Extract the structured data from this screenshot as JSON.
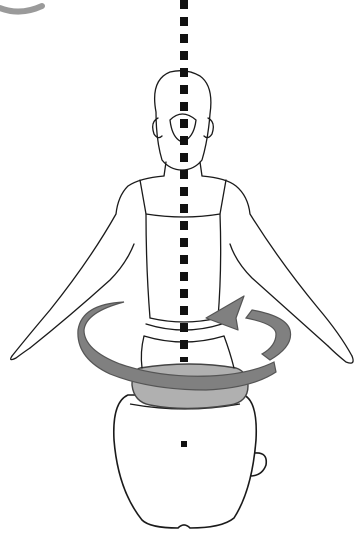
{
  "figure": {
    "colors": {
      "outline": "#1a1a1a",
      "arrow_fill": "#808080",
      "arrow_stroke": "#555555",
      "cushion_fill": "#b0b0b0",
      "cushion_stroke": "#444444",
      "axis_dash": "#111111",
      "top_arc": "#9a9a9a",
      "background": "#ffffff"
    },
    "elements": {
      "axis": "vertical-center-axis-dashed",
      "person": "standing-person-back-view-arms-out",
      "rotation": "rotation-arrow",
      "cushion": "rotating-cushion",
      "stool": "stool-base",
      "dot": "stool-center-dot",
      "arc": "top-left-arc-fragment"
    }
  }
}
